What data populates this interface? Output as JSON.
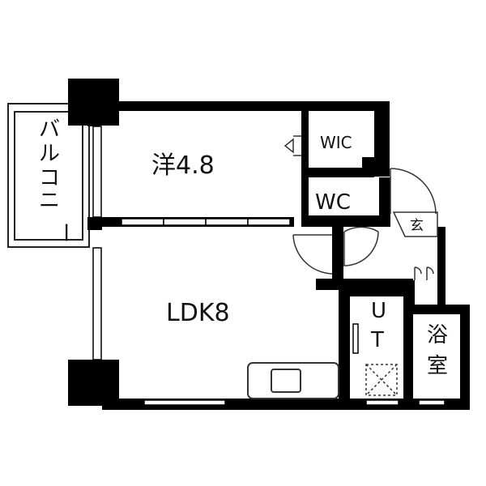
{
  "rooms": {
    "western": "洋4.8",
    "ldk": "LDK8",
    "wic": "WIC",
    "wc": "WC",
    "entrance": "玄",
    "ut_1": "U",
    "ut_2": "T",
    "bath_1": "浴",
    "bath_2": "室",
    "balcony": [
      "バ",
      "ル",
      "コ",
      "ニ",
      "ー"
    ]
  },
  "colors": {
    "wall": "#000000",
    "background": "#ffffff",
    "line": "#333333"
  }
}
